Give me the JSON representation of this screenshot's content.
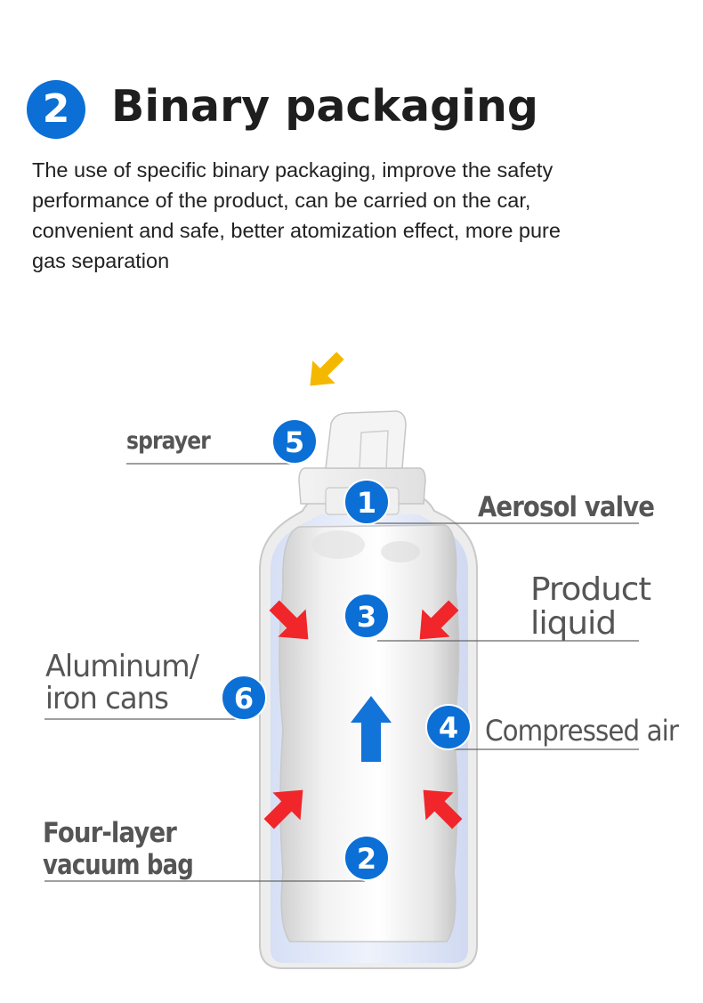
{
  "header": {
    "badge_number": "2",
    "title": "Binary packaging"
  },
  "description": "The use of specific binary packaging, improve the safety performance of the product, can be carried on the car, convenient and safe, better atomization effect, more pure gas separation",
  "labels": {
    "sprayer": "sprayer",
    "aerosol_valve": "Aerosol valve",
    "product_liquid_line1": "Product",
    "product_liquid_line2": "liquid",
    "aluminum_line1": "Aluminum/",
    "aluminum_line2": "iron cans",
    "compressed_air": "Compressed air",
    "four_layer_line1": "Four-layer",
    "four_layer_line2": "vacuum bag"
  },
  "markers": {
    "aerosol_valve": "1",
    "vacuum_bag": "2",
    "product_liquid": "3",
    "compressed_air": "4",
    "sprayer": "5",
    "cans": "6"
  },
  "colors": {
    "badge_blue": "#0c6fd6",
    "arrow_red": "#f0262b",
    "arrow_yellow": "#f5b800",
    "arrow_blue": "#1273d8",
    "label_gray": "#555555"
  }
}
